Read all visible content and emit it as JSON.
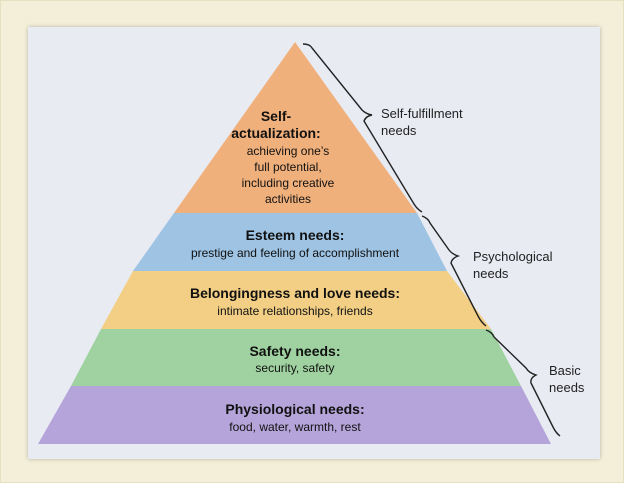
{
  "colors": {
    "frame": "#f3efd9",
    "panel": "#e9ebf3",
    "self_actualization": "#f0b07c",
    "esteem": "#9ec3e3",
    "belonging": "#f2cf85",
    "safety": "#9fd2a0",
    "physiological": "#b5a4d9",
    "bracket": "#222222"
  },
  "levels": {
    "self_actualization": {
      "title_line1": "Self-",
      "title_line2": "actualization:",
      "desc_line1": "achieving one’s",
      "desc_line2": "full potential,",
      "desc_line3": "including creative",
      "desc_line4": "activities"
    },
    "esteem": {
      "title": "Esteem needs:",
      "desc": "prestige and feeling of accomplishment"
    },
    "belonging": {
      "title": "Belongingness and love needs:",
      "desc": "intimate relationships, friends"
    },
    "safety": {
      "title": "Safety needs:",
      "desc": "security, safety"
    },
    "physiological": {
      "title": "Physiological needs:",
      "desc": "food, water, warmth, rest"
    }
  },
  "brackets": {
    "self_fulfillment": {
      "line1": "Self-fulfillment",
      "line2": "needs"
    },
    "psychological": {
      "line1": "Psychological",
      "line2": "needs"
    },
    "basic": {
      "line1": "Basic",
      "line2": "needs"
    }
  }
}
